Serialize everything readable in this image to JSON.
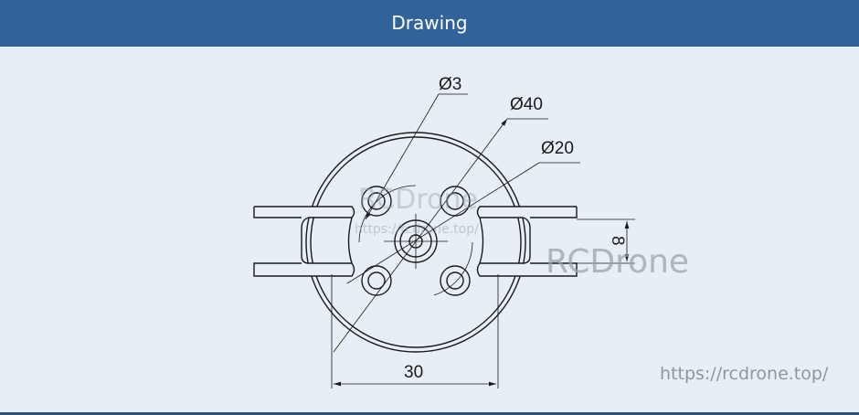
{
  "header": {
    "title": "Drawing"
  },
  "drawing": {
    "dimensions": {
      "hole_diameter": "Ø3",
      "outer_diameter": "Ø40",
      "pitch_diameter": "Ø20",
      "width": "30",
      "slot": "8"
    },
    "line_color": "#1a1a1a"
  },
  "watermark": {
    "brand": "RCDrone",
    "small_url": "https://rcdrone.top/"
  },
  "footer": {
    "url": "https://rcdrone.top/"
  }
}
